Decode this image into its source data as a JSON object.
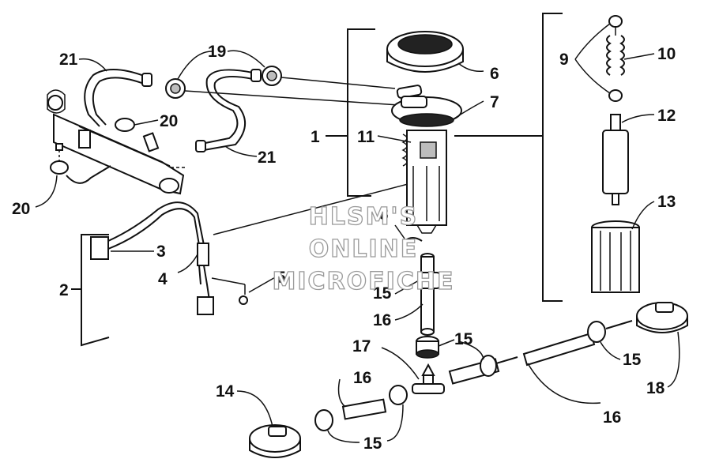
{
  "labels": {
    "l1": "1",
    "l2": "2",
    "l3": "3",
    "l4": "4",
    "l5": "5",
    "l6": "6",
    "l7": "7",
    "l8": "8",
    "l9": "9",
    "l10": "10",
    "l11": "11",
    "l12": "12",
    "l13": "13",
    "l14": "14",
    "l15a": "15",
    "l15b": "15",
    "l15c": "15",
    "l15d": "15",
    "l16a": "16",
    "l16b": "16",
    "l16c": "16",
    "l17": "17",
    "l18": "18",
    "l19": "19",
    "l20a": "20",
    "l20b": "20",
    "l21a": "21",
    "l21b": "21"
  },
  "watermark": {
    "line1": "HLSM'S",
    "line2": "ONLINE",
    "line3": "MICROFICHE"
  },
  "colors": {
    "ink": "#111111",
    "watermark": "#9a9a9a",
    "background": "#ffffff"
  }
}
